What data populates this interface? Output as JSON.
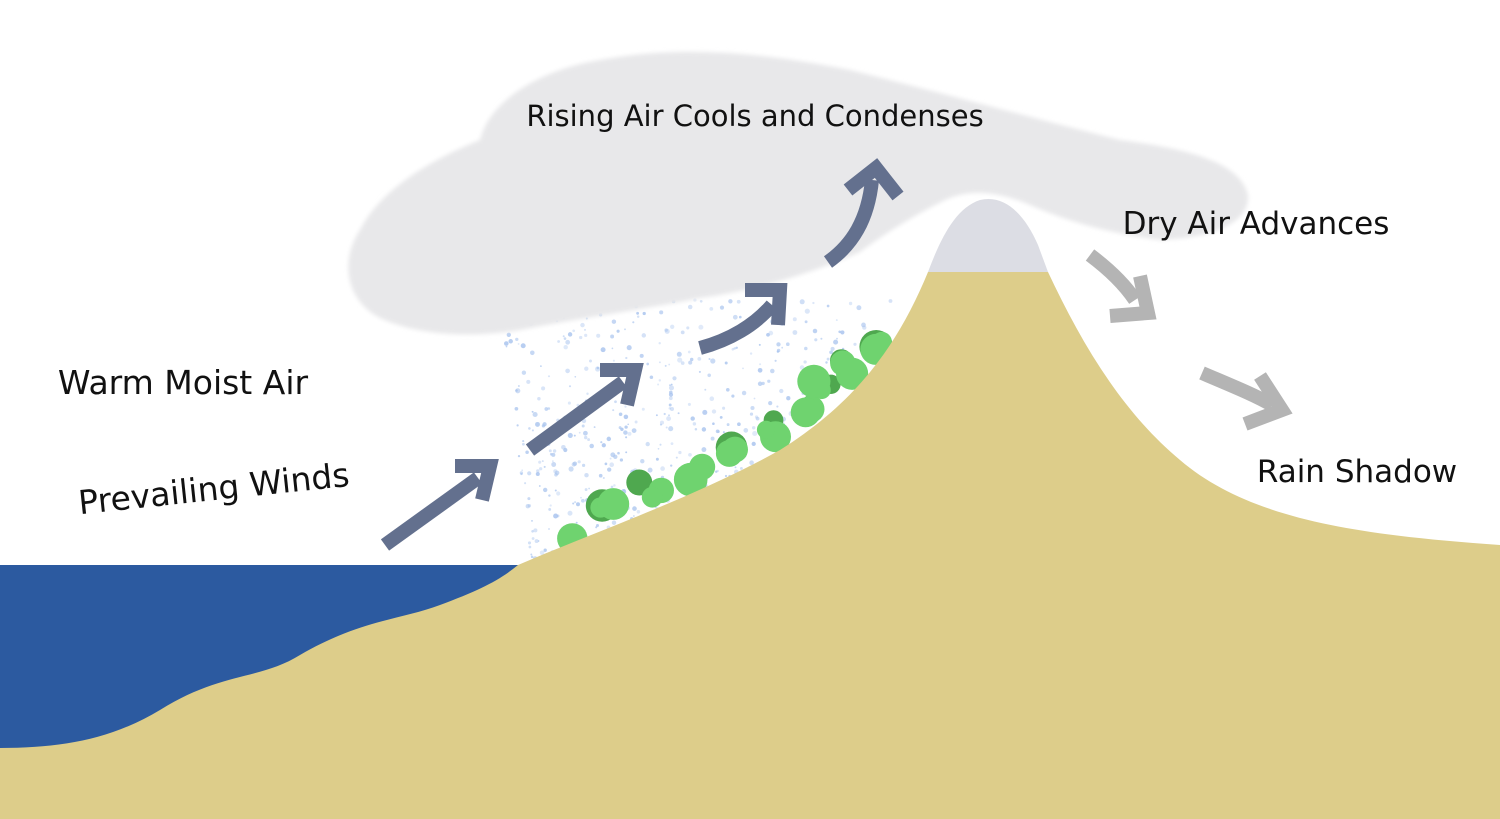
{
  "labels": {
    "cloud": "Rising Air Cools and Condenses",
    "dry_air": "Dry Air Advances",
    "warm_air": "Warm Moist Air",
    "winds": "Prevailing Winds",
    "rain_shadow": "Rain Shadow"
  },
  "colors": {
    "sea": "#2c5aa0",
    "land": "#ddcd8a",
    "cloud": "#e8e8ea",
    "wind_arrow": "#63708e",
    "dry_arrow": "#b4b4b4",
    "rain": "#a9c4ee",
    "vegetation": "#6fd36f"
  }
}
